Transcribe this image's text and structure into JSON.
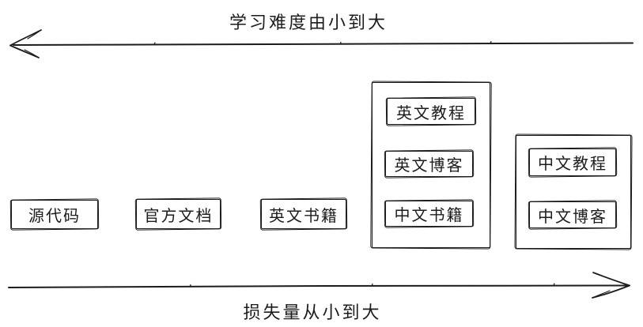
{
  "page": {
    "background_color": "#ffffff",
    "ink_color": "#1c1c1c",
    "style": "hand-drawn sketch diagram"
  },
  "top_axis": {
    "label": "学习难度由小到大",
    "arrow_direction": "left"
  },
  "bottom_axis": {
    "label": "损失量从小到大",
    "arrow_direction": "right"
  },
  "nodes": [
    {
      "id": "source-code",
      "label": "源代码"
    },
    {
      "id": "official-docs",
      "label": "官方文档"
    },
    {
      "id": "english-books",
      "label": "英文书籍"
    }
  ],
  "groups": [
    {
      "id": "group-english-and-cn-books",
      "items": [
        {
          "id": "english-tutorials",
          "label": "英文教程"
        },
        {
          "id": "english-blogs",
          "label": "英文博客"
        },
        {
          "id": "chinese-books",
          "label": "中文书籍"
        }
      ]
    },
    {
      "id": "group-chinese",
      "items": [
        {
          "id": "chinese-tutorials",
          "label": "中文教程"
        },
        {
          "id": "chinese-blogs",
          "label": "中文博客"
        }
      ]
    }
  ]
}
